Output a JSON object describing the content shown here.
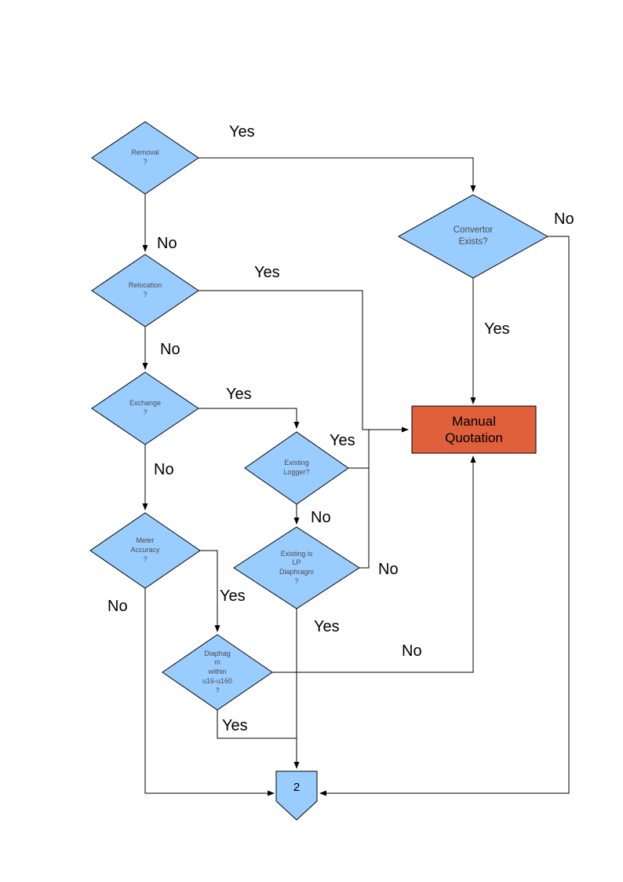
{
  "colors": {
    "decision_fill": "#99CCFF",
    "action_fill": "#E0603C",
    "line_color": "#000000"
  },
  "nodes": {
    "removal": "Removal\n?",
    "relocation": "Relocation\n?",
    "exchange": "Exchange\n?",
    "meter_accuracy": "Meter\nAccuracy\n?",
    "existing_logger": "Existing\nLogger?",
    "existing_lp_diaphragm": "Existing is\nLP\nDiaphragm\n?",
    "diaphragm_range": "Diaphag\nm\nwithin\nu16-u160\n?",
    "convertor_exists": "Convertor\nExists?",
    "manual_quotation": "Manual\nQuotation",
    "connector_2": "2"
  },
  "edges": {
    "removal_yes": "Yes",
    "removal_no": "No",
    "relocation_yes": "Yes",
    "relocation_no": "No",
    "exchange_yes": "Yes",
    "exchange_no": "No",
    "existing_logger_yes": "Yes",
    "existing_logger_no": "No",
    "lp_diaphragm_yes": "Yes",
    "lp_diaphragm_no": "No",
    "meter_accuracy_yes": "Yes",
    "meter_accuracy_no": "No",
    "diaphragm_range_yes": "Yes",
    "diaphragm_range_no": "No",
    "convertor_yes": "Yes",
    "convertor_no": "No"
  }
}
